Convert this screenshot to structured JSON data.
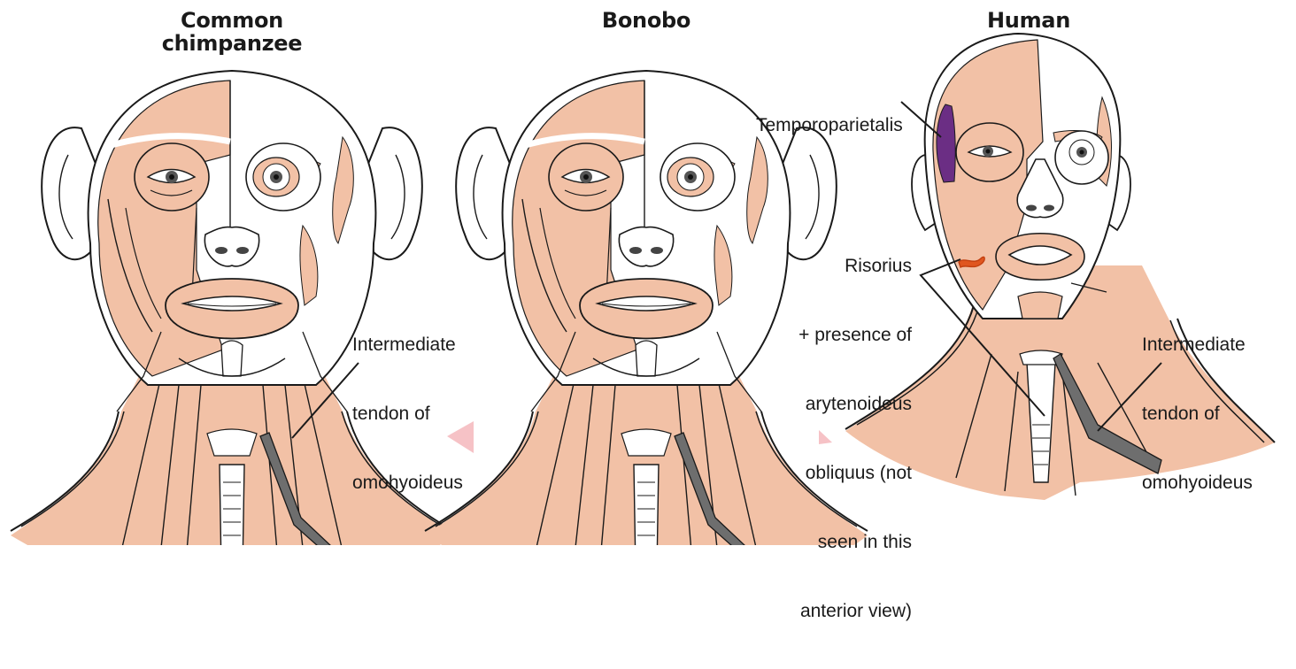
{
  "figure": {
    "colors": {
      "muscle": "#f2c1a6",
      "outline": "#1a1a1a",
      "bone": "#ffffff",
      "temporoparietalis": "#6b2e84",
      "risorius": "#e0561f",
      "omohyoideus_tendon": "#6e6e6e",
      "pink_edge": "#f6c2c6"
    },
    "panels": [
      {
        "id": "chimpanzee",
        "title_line1": "Common",
        "title_line2": "chimpanzee",
        "labels": {
          "omohyoideus_line1": "Intermediate",
          "omohyoideus_line2": "tendon of",
          "omohyoideus_line3": "omohyoideus"
        }
      },
      {
        "id": "bonobo",
        "title_line1": "Bonobo"
      },
      {
        "id": "human",
        "title_line1": "Human",
        "labels": {
          "temporoparietalis": "Temporoparietalis",
          "risorius_line1": "Risorius",
          "risorius_line2": "+ presence of",
          "risorius_line3": "arytenoideus",
          "risorius_line4": "obliquus (not",
          "risorius_line5": "seen in this",
          "risorius_line6": "anterior view)",
          "omohyoideus_line1": "Intermediate",
          "omohyoideus_line2": "tendon of",
          "omohyoideus_line3": "omohyoideus"
        }
      }
    ]
  }
}
